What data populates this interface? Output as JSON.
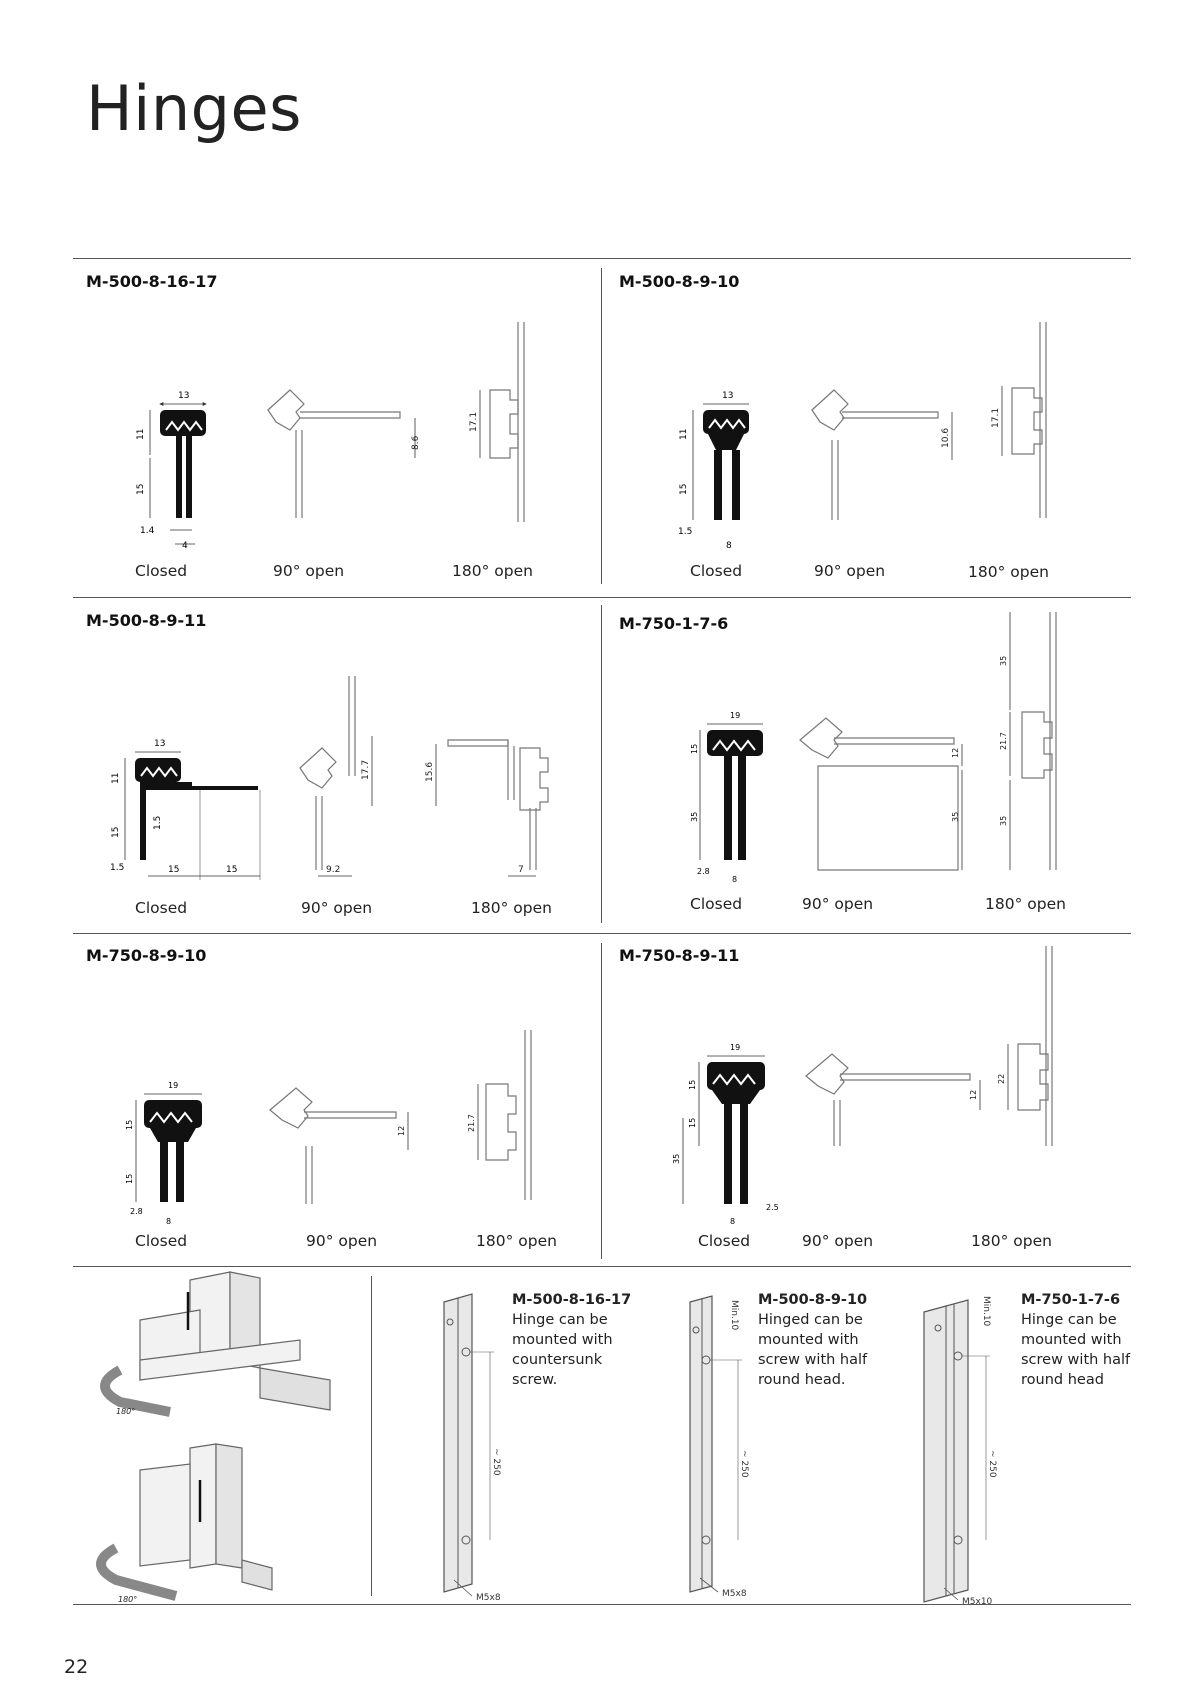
{
  "title": "Hinges",
  "page_number": "22",
  "sections": [
    {
      "name": "M-500-8-16-17",
      "captions": [
        "Closed",
        "90° open",
        "180° open"
      ],
      "dims": [
        "13",
        "11",
        "15",
        "1.4",
        "4",
        "8.6",
        "17.1"
      ]
    },
    {
      "name": "M-500-8-9-10",
      "captions": [
        "Closed",
        "90° open",
        "180° open"
      ],
      "dims": [
        "13",
        "11",
        "15",
        "1.5",
        "8",
        "10.6",
        "17.1"
      ]
    },
    {
      "name": "M-500-8-9-11",
      "captions": [
        "Closed",
        "90° open",
        "180° open"
      ],
      "dims": [
        "13",
        "11",
        "15",
        "1.5",
        "1.5",
        "15",
        "15",
        "9.2",
        "17.7",
        "15.6",
        "7"
      ]
    },
    {
      "name": "M-750-1-7-6",
      "captions": [
        "Closed",
        "90° open",
        "180° open"
      ],
      "dims": [
        "19",
        "15",
        "35",
        "2.8",
        "8",
        "12",
        "35",
        "35",
        "21.7",
        "35"
      ]
    },
    {
      "name": "M-750-8-9-10",
      "captions": [
        "Closed",
        "90° open",
        "180°  open"
      ],
      "dims": [
        "19",
        "15",
        "15",
        "2.8",
        "8",
        "12",
        "21.7"
      ]
    },
    {
      "name": "M-750-8-9-11",
      "captions": [
        "Closed",
        "90° open",
        "180° open"
      ],
      "dims": [
        "19",
        "15",
        "15",
        "35",
        "8",
        "2.5",
        "12",
        "22"
      ]
    }
  ],
  "mounting": [
    {
      "code": "M-500-8-16-17",
      "lines": [
        "Hinge can be",
        "mounted with",
        "countersunk",
        "screw."
      ],
      "screw": "M5x8",
      "len": "~ 250"
    },
    {
      "code": "M-500-8-9-10",
      "lines": [
        "Hinged can be",
        "mounted with",
        "screw with half",
        "round head."
      ],
      "screw": "M5x8",
      "len": "~ 250",
      "min": "Min.10"
    },
    {
      "code": "M-750-1-7-6",
      "lines": [
        "Hinge can be",
        "mounted with",
        "screw with half",
        "round head"
      ],
      "screw": "M5x10",
      "len": "~ 250",
      "min": "Min.10"
    }
  ],
  "assembly_angles": [
    "180°",
    "180°"
  ]
}
